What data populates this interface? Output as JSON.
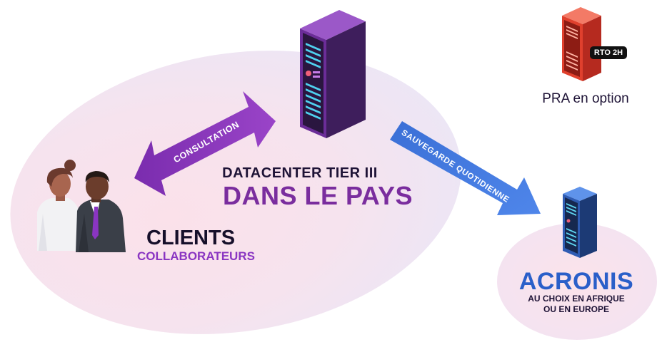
{
  "diagram": {
    "datacenter": {
      "label": "DATACENTER TIER III",
      "headline": "DANS LE PAYS"
    },
    "clients": {
      "title": "CLIENTS",
      "subtitle": "COLLABORATEURS"
    },
    "consultation_arrow": {
      "label": "CONSULTATION"
    },
    "backup_arrow": {
      "label": "SAUVEGARDE QUOTIDIENNE"
    },
    "acronis": {
      "title": "ACRONIS",
      "line1": "AU CHOIX EN AFRIQUE",
      "line2": "OU EN EUROPE"
    },
    "pra": {
      "label": "PRA en option",
      "badge": "RTO 2H"
    }
  },
  "colors": {
    "purple_server": "#5a2580",
    "purple_accent": "#8e3bbf",
    "blue_server": "#234a8f",
    "blue_accent": "#3f7be0",
    "red_server": "#e0402d",
    "dark_text": "#1e1336",
    "headline_purple": "#7a2d9e",
    "acronis_blue": "#2a5fc9"
  },
  "icons": {
    "main_server": "purple-server-tower-icon",
    "backup_server": "blue-server-tower-icon",
    "pra_server": "red-server-tower-icon",
    "people": "clients-people-icon"
  }
}
